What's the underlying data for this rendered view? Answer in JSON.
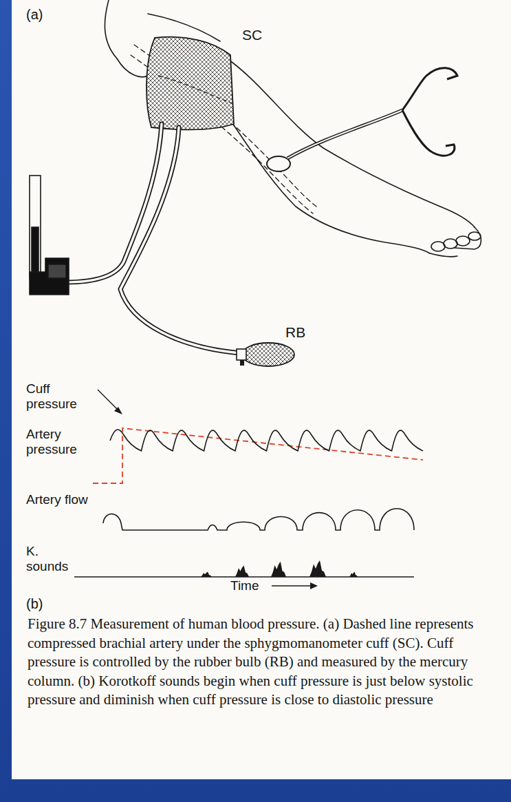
{
  "diagram": {
    "caption": "Figure 8.7 Measurement of human blood pressure. (a) Dashed line represents compressed brachial artery under the sphygmomanometer cuff (SC). Cuff pressure is controlled by the rubber bulb (RB) and measured by the mercury column. (b) Korotkoff sounds begin when cuff pressure is just below systolic pressure and diminish when cuff pressure is close to diastolic pressure",
    "labels": [
      "(a)",
      "SC",
      "RB",
      "Cuff pressure",
      "Artery pressure",
      "Artery flow",
      "K. sounds",
      "Time",
      "(b)"
    ]
  }
}
